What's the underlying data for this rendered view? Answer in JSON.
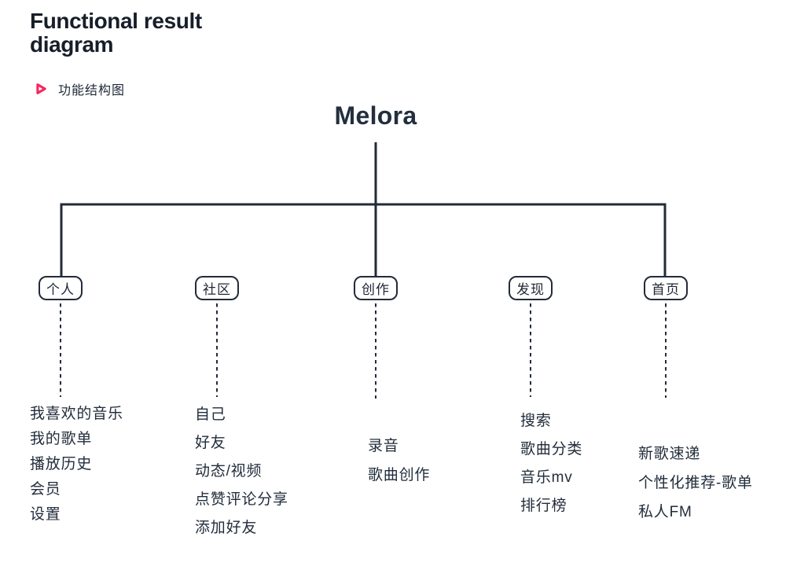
{
  "header": {
    "title": "Functional result diagram",
    "subtitle": "功能结构图"
  },
  "colors": {
    "accent": "#F9265E",
    "ink": "#222B38"
  },
  "diagram": {
    "root": "Melora",
    "columns": [
      {
        "label": "个人",
        "items": [
          "我喜欢的音乐",
          "我的歌单",
          "播放历史",
          "会员",
          "设置"
        ]
      },
      {
        "label": "社区",
        "items": [
          "自己",
          "好友",
          "动态/视频",
          "点赞评论分享",
          "添加好友"
        ]
      },
      {
        "label": "创作",
        "items": [
          "录音",
          "歌曲创作"
        ]
      },
      {
        "label": "发现",
        "items": [
          "搜索",
          "歌曲分类",
          "音乐mv",
          "排行榜"
        ]
      },
      {
        "label": "首页",
        "items": [
          "新歌速递",
          "个性化推荐-歌单",
          "私人FM"
        ]
      }
    ]
  }
}
